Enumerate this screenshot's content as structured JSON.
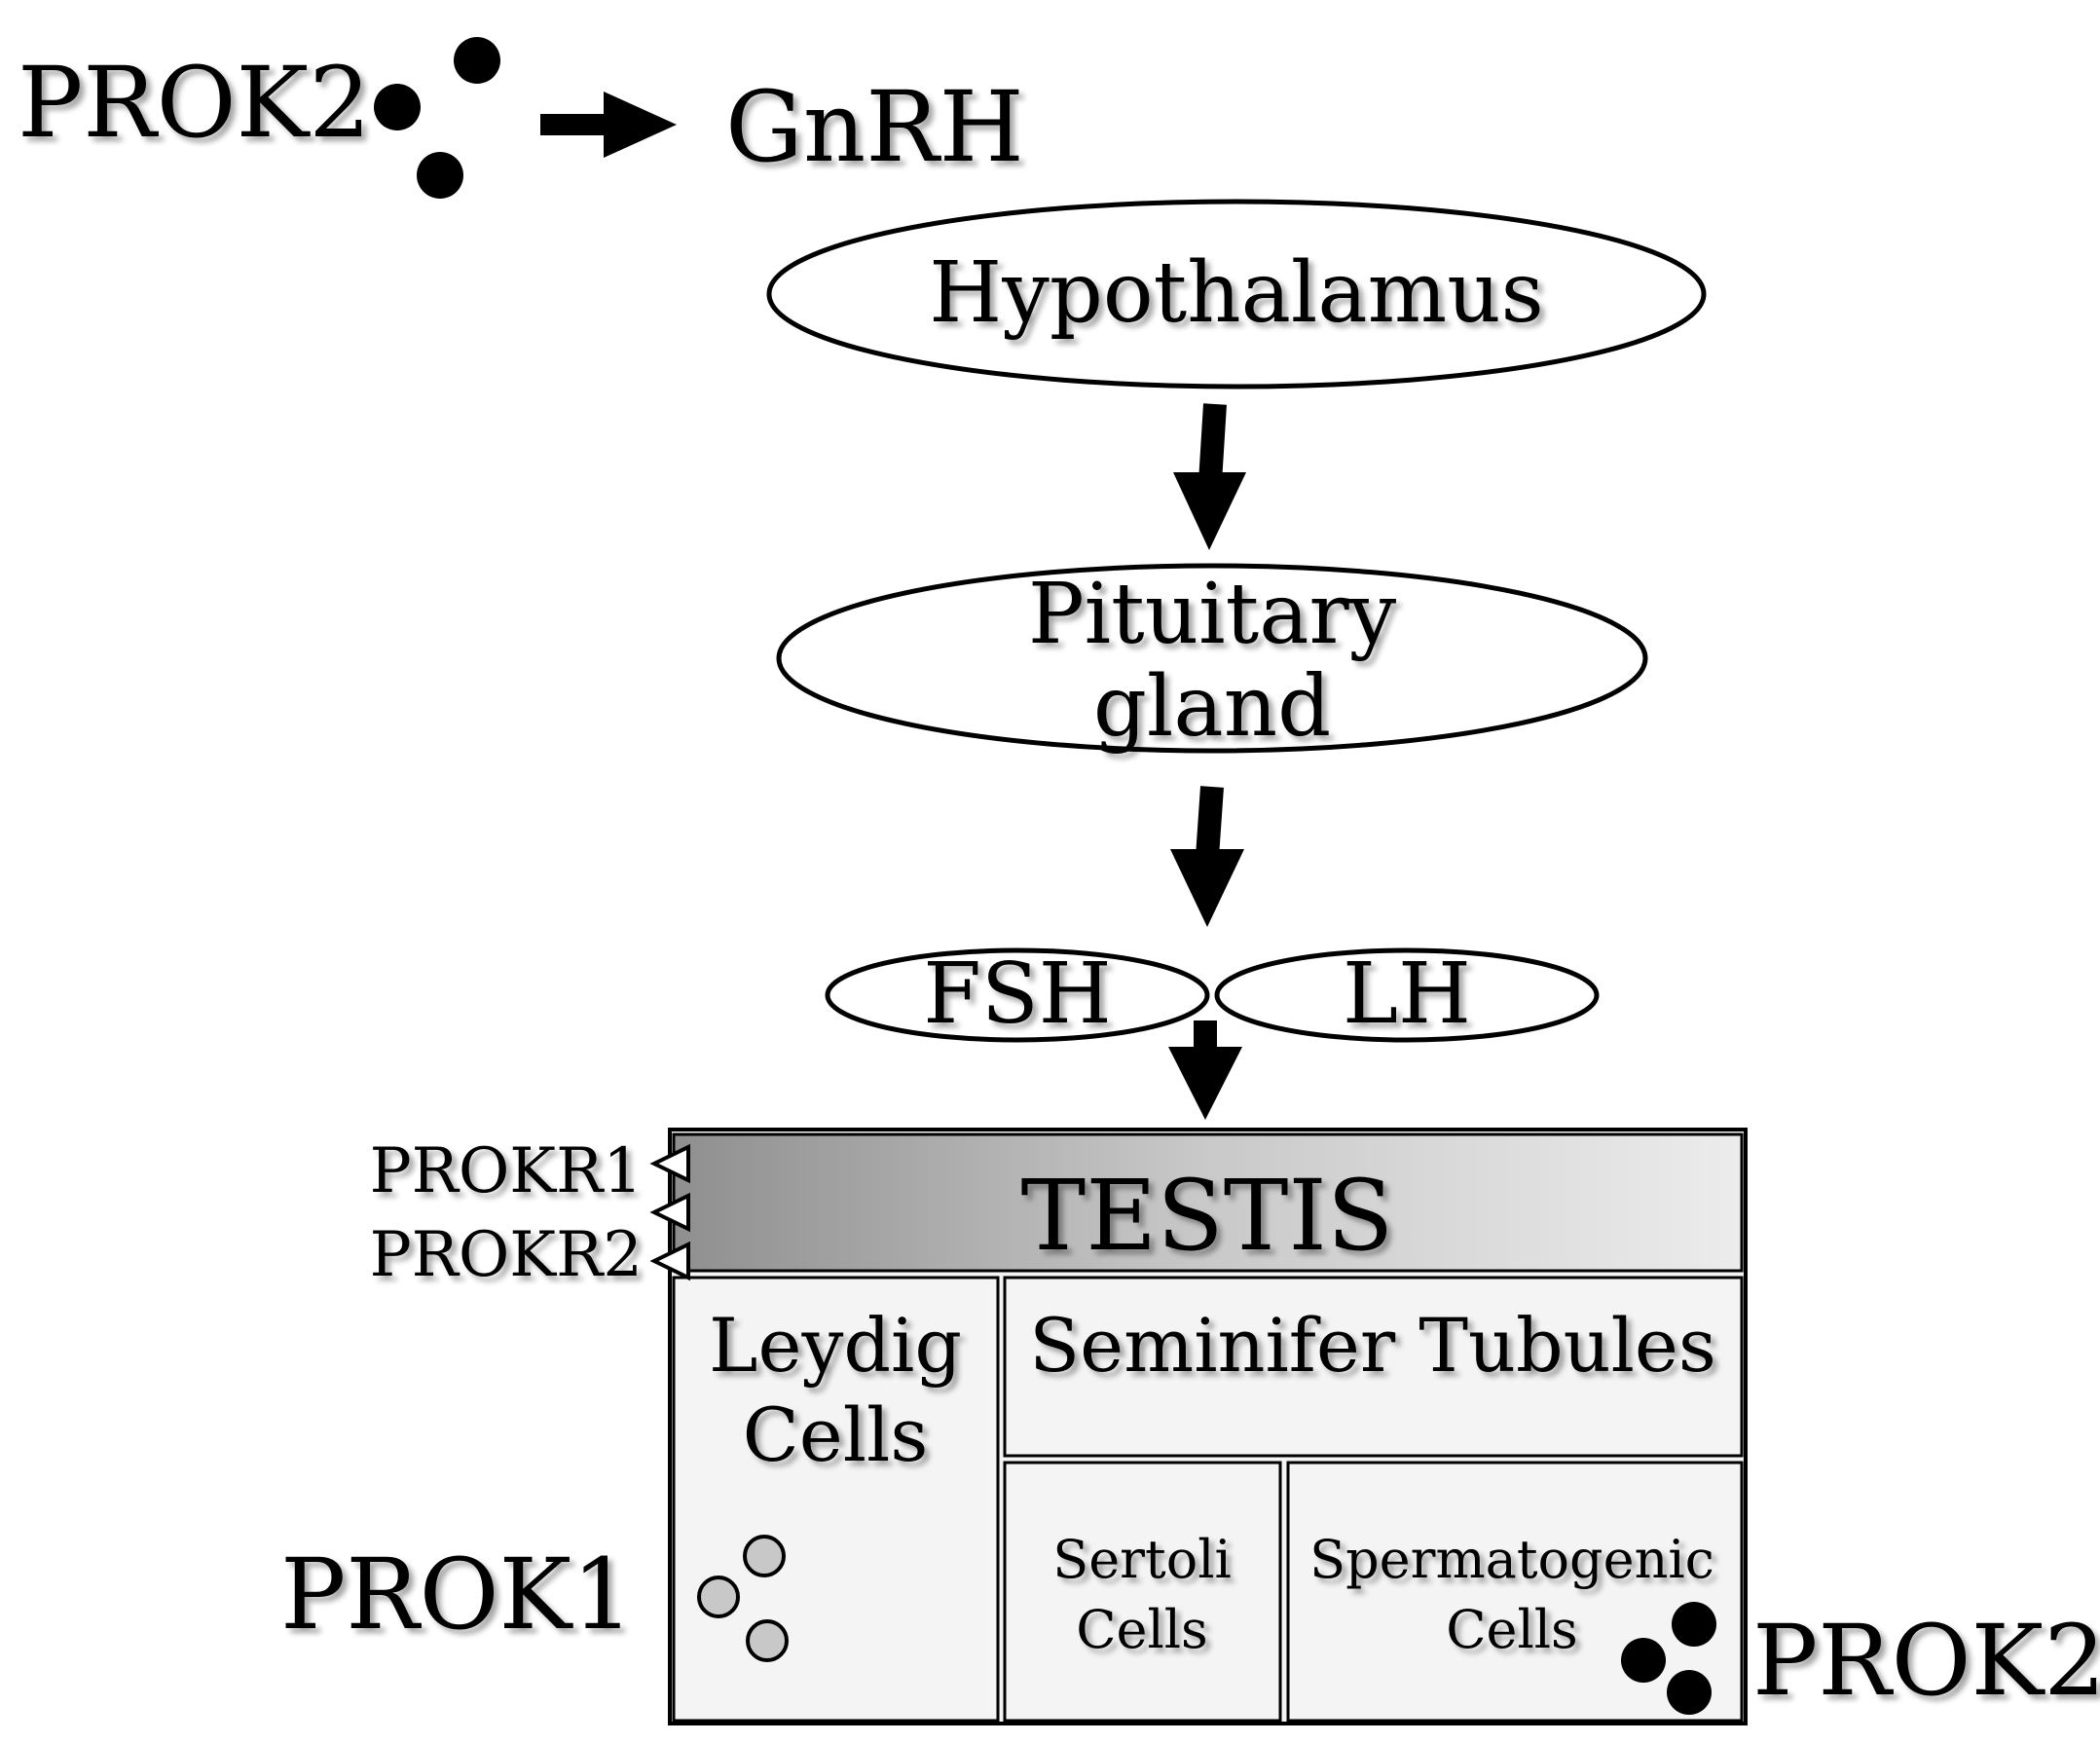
{
  "top": {
    "prok2": "PROK2",
    "gnrh": "GnRH"
  },
  "hypothalamus": {
    "label": "Hypothalamus"
  },
  "pituitary": {
    "line1": "Pituitary",
    "line2": "gland"
  },
  "hormones": {
    "fsh": "FSH",
    "lh": "LH"
  },
  "testis": {
    "title": "TESTIS",
    "receptors": [
      "PROKR1",
      "PROKR2"
    ],
    "leydig": {
      "line1": "Leydig",
      "line2": "Cells"
    },
    "tubules": {
      "label": "Seminifer Tubules"
    },
    "sertoli": {
      "line1": "Sertoli",
      "line2": "Cells"
    },
    "spermatogenic": {
      "line1": "Spermatogenic",
      "line2": "Cells"
    }
  },
  "ligands": {
    "prok1": "PROK1",
    "prok2": "PROK2"
  },
  "colors": {
    "prok1_dot": "#c8c8c8",
    "prok2_dot": "#000000",
    "testis_header_dark": "#8f8f8f",
    "testis_header_light": "#ececec",
    "cell_fill": "#f4f4f4"
  }
}
